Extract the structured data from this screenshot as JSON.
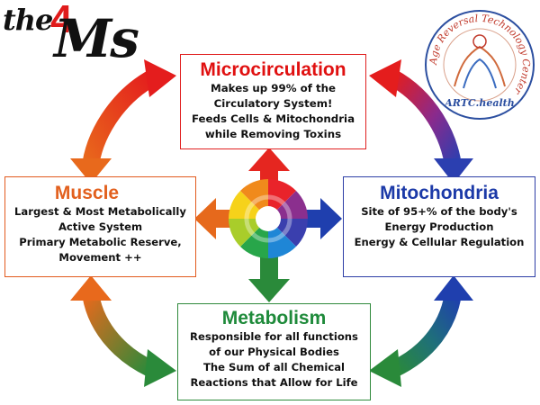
{
  "logo": {
    "prefix": "the",
    "number": "4",
    "suffix": "Ms"
  },
  "seal": {
    "ring_text": "Age Reversal Technology Center",
    "inner_text": "ARTC.health"
  },
  "boxes": {
    "microcirculation": {
      "title": "Microcirculation",
      "lines": [
        "Makes up 99% of the",
        "Circulatory System!",
        "Feeds Cells & Mitochondria",
        "while Removing Toxins"
      ]
    },
    "muscle": {
      "title": "Muscle",
      "lines": [
        "Largest & Most Metabolically",
        "Active System",
        "Primary Metabolic Reserve,",
        "Movement ++"
      ]
    },
    "mitochondria": {
      "title": "Mitochondria",
      "lines": [
        "Site of 95+% of the body's",
        "Energy Production",
        "Energy & Cellular Regulation"
      ]
    },
    "metabolism": {
      "title": "Metabolism",
      "lines": [
        "Responsible for all functions",
        "of our Physical Bodies",
        "The Sum of all Chemical",
        "Reactions that Allow for Life"
      ]
    }
  },
  "colors": {
    "micro": "#e01010",
    "muscle": "#e2601e",
    "mito": "#1c3aa8",
    "meta": "#1e8a3a",
    "red": "#e52620",
    "orange": "#e6691c",
    "blue": "#1f3fae",
    "green": "#2a8a3a",
    "purple": "#7b2a8a"
  }
}
